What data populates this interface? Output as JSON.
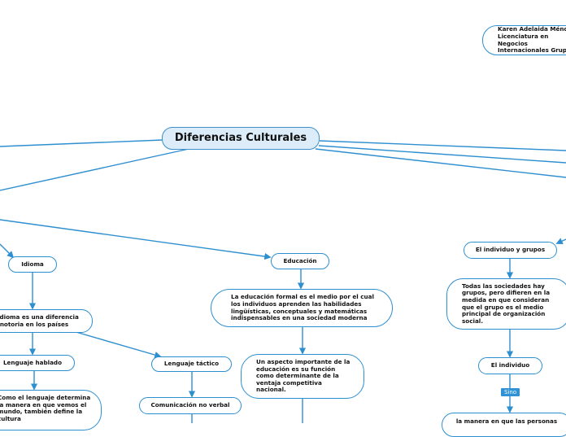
{
  "root": {
    "label": "Diferencias Culturales"
  },
  "author_note": "Karen Adelaida Méndez\nLicenciatura en Negocios\nInternacionales Grupo",
  "nodes": {
    "idioma": "Idioma",
    "educacion": "Educación",
    "individuo_grupos": "El individuo y grupos",
    "idioma_diferencia": "El idioma es una diferencia\nnotoria en los países",
    "educacion_formal": "La educación formal es el medio por el cual\nlos individuos aprenden las habilidades\nlingüísticas, conceptuales y matemáticas\nindispensables en una sociedad moderna",
    "todas_sociedades": "Todas  las  sociedades  hay\ngrupos, pero difieren en la\nmedida en que consideran\nque el grupo es el medio\nprincipal de organización\nsocial.",
    "lenguaje_hablado": "Lenguaje hablado",
    "lenguaje_tactico": "Lenguaje táctico",
    "aspecto_importante": "Un aspecto importante de la\neducación es  su  función\ncomo  determinante  de  la\nventaja  competitiva\nnacional.",
    "el_individuo": "El individuo",
    "lenguaje_determina": "Como el lenguaje determina\nla manera en que vemos el\nmundo, también define la\ncultura",
    "comunicacion_no_verbal": "Comunicación no verbal",
    "la_manera": "la manera en que las personas"
  },
  "tags": {
    "sino": "Sino"
  },
  "colors": {
    "line": "#2e8fd0",
    "root_fill": "#dcecf9",
    "tag_fill": "#2f92d6"
  }
}
